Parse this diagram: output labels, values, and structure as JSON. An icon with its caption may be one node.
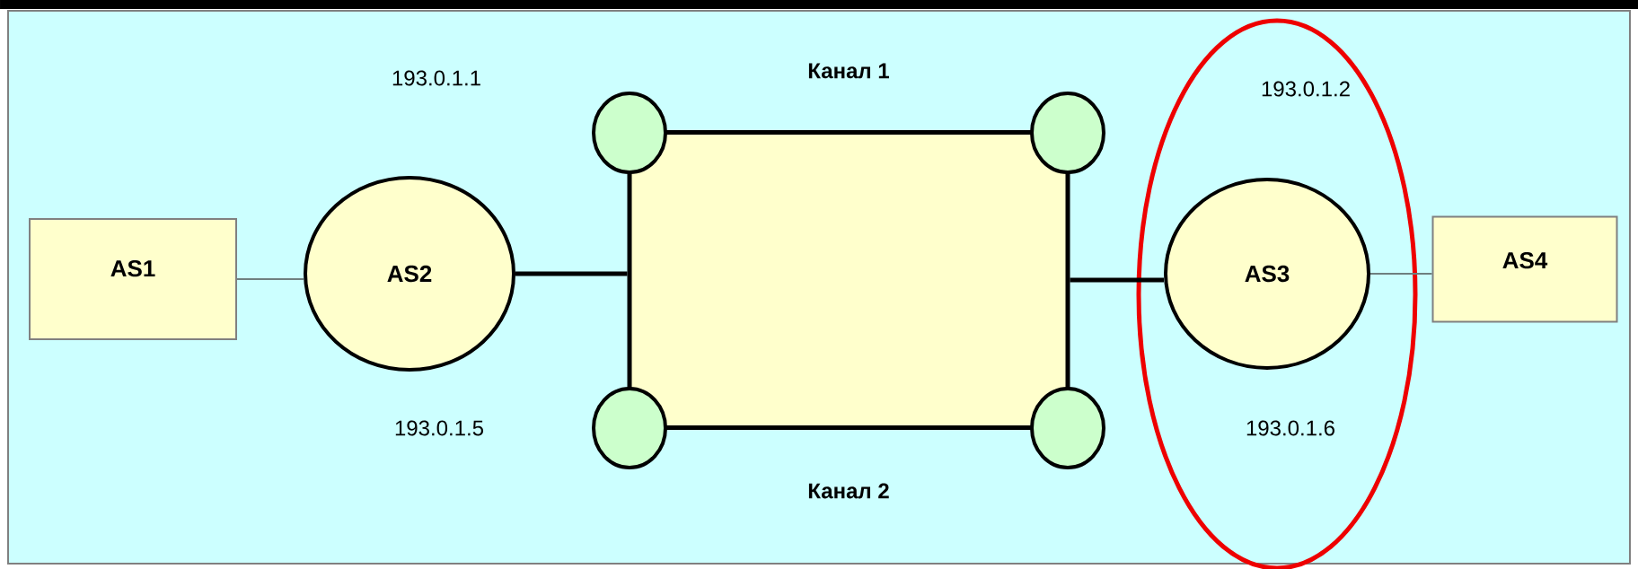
{
  "diagram": {
    "nodes": [
      {
        "text": [
          "AS1"
        ]
      },
      {
        "text": [
          "AS2"
        ]
      },
      {
        "text": [],
        "shape": "box"
      },
      {
        "text": [],
        "shape": "circle"
      },
      {
        "text": [],
        "shape": "circle"
      },
      {
        "text": [],
        "shape": "circle"
      },
      {
        "text": [],
        "shape": "circle"
      },
      {
        "text": [],
        "shape": "ellipse"
      },
      {
        "text": [
          "AS3"
        ],
        "in": 7
      },
      {
        "text": [
          "AS4"
        ]
      }
    ],
    "edges": [
      {
        "from": 0,
        "to": 1,
        "arrow": "none",
        "color": "#6f7f7f"
      },
      {
        "from": 1,
        "to": 2,
        "arrow": "none",
        "style": "thick",
        "color": "#000000"
      },
      {
        "from": 2,
        "to": 8,
        "arrow": "none",
        "style": "thick",
        "color": "#000000"
      },
      {
        "from": 8,
        "to": 9,
        "arrow": "none",
        "color": "#6f7f7f"
      }
    ],
    "labels": [
      "193.0.1.1",
      "Канал 1",
      "193.0.1.2",
      "193.0.1.5",
      "193.0.1.6",
      "Канал 2"
    ]
  }
}
